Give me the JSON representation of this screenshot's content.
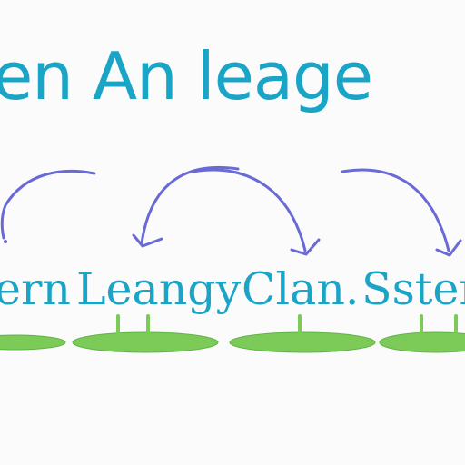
{
  "title": "en An leage",
  "steps": [
    {
      "label": "ern"
    },
    {
      "label": "Leangy"
    },
    {
      "label": "Clan."
    },
    {
      "label": "Ssten"
    }
  ],
  "colors": {
    "text": "#1aa5c7",
    "arrow": "#6a6ad6",
    "ground": "#7ccb58",
    "ground_edge": "#5fb444",
    "background": "#fbfbfb"
  }
}
